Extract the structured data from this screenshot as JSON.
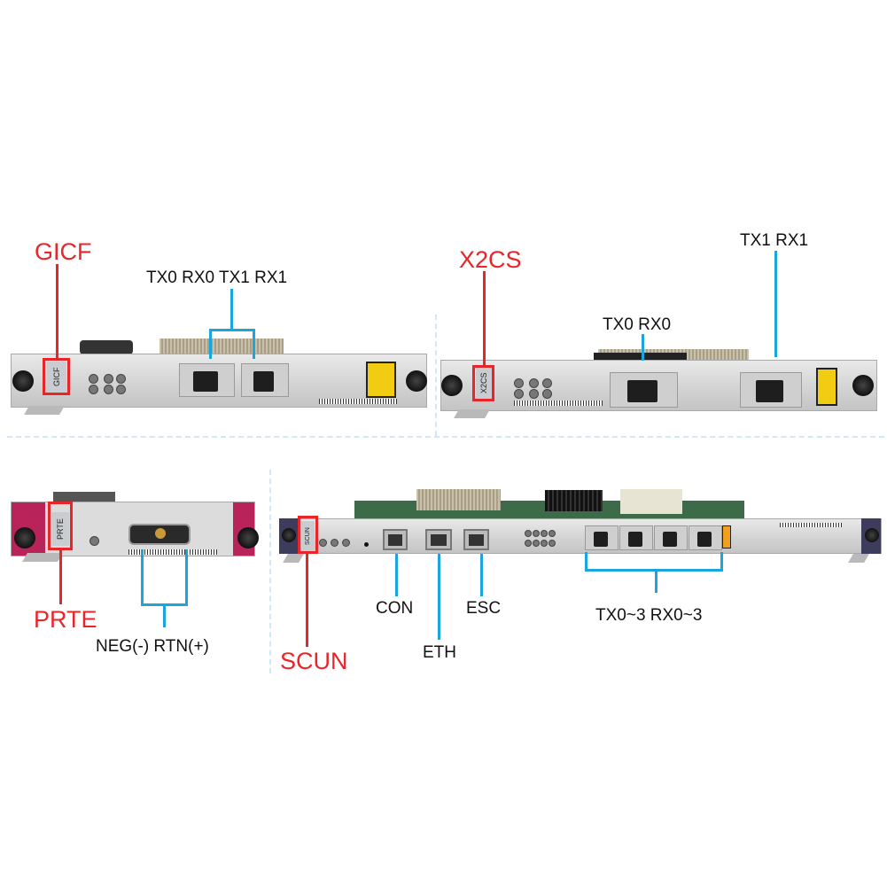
{
  "colors": {
    "callout_red": "#e8262a",
    "callout_blue": "#1aa6dc",
    "divider": "#cfe9f5"
  },
  "gicf": {
    "title": "GICF",
    "card_label": "GICF",
    "ports_label": "TX0 RX0   TX1 RX1"
  },
  "x2cs": {
    "title": "X2CS",
    "card_label": "X2CS",
    "port0_label": "TX0 RX0",
    "port1_label": "TX1 RX1"
  },
  "prte": {
    "title": "PRTE",
    "card_label": "PRTE",
    "power_label": "NEG(-)  RTN(+)"
  },
  "scun": {
    "title": "SCUN",
    "card_label": "SCUN",
    "con_label": "CON",
    "eth_label": "ETH",
    "esc_label": "ESC",
    "optical_label": "TX0~3   RX0~3"
  }
}
